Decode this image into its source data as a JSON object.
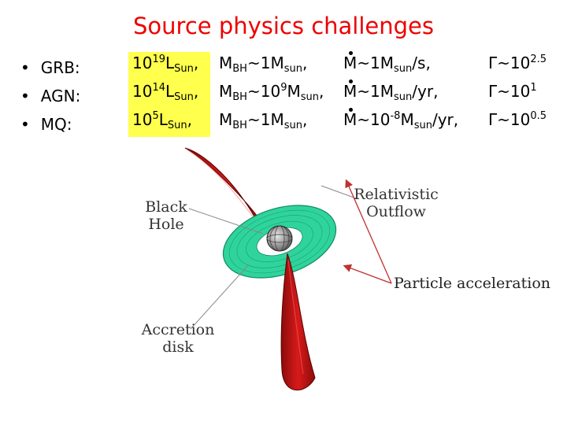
{
  "title": "Source physics challenges",
  "sources": [
    {
      "label": "GRB:",
      "luminosity": {
        "base": "10",
        "exp": "19",
        "unit": "L",
        "unit_sub": "Sun"
      },
      "mass": {
        "base": "M",
        "base_sub": "BH",
        "rel": "~1M",
        "rel_sub": "sun"
      },
      "accretion": {
        "pre": "M",
        "rel": "~1M",
        "rel_sub": "sun",
        "post": "/s,"
      },
      "lorentz": {
        "pre": "Γ~10",
        "exp": "2.5"
      }
    },
    {
      "label": "AGN:",
      "luminosity": {
        "base": "10",
        "exp": "14",
        "unit": "L",
        "unit_sub": "Sun"
      },
      "mass": {
        "base": "M",
        "base_sub": "BH",
        "rel": "~10",
        "rel_exp": "9",
        "rel_post": "M",
        "rel_sub": "sun"
      },
      "accretion": {
        "pre": "M",
        "rel": "~1M",
        "rel_sub": "sun",
        "post": "/yr,"
      },
      "lorentz": {
        "pre": "Γ~10",
        "exp": "1"
      }
    },
    {
      "label": "MQ:",
      "luminosity": {
        "base": "10",
        "exp": "5",
        "unit": "L",
        "unit_sub": "Sun"
      },
      "mass": {
        "base": "M",
        "base_sub": "BH",
        "rel": "~1M",
        "rel_sub": "sun"
      },
      "accretion": {
        "pre": "M",
        "rel": "~10",
        "rel_exp": "-8",
        "rel_post": "M",
        "rel_sub": "sun",
        "post": "/yr,"
      },
      "lorentz": {
        "pre": "Γ~10",
        "exp": "0.5"
      }
    }
  ],
  "diagram": {
    "black_hole_label": [
      "Black",
      "Hole"
    ],
    "outflow_label": [
      "Relativistic",
      "Outflow"
    ],
    "disk_label": [
      "Accretion",
      "disk"
    ],
    "particle_label": "Particle acceleration"
  },
  "colors": {
    "title": "#ee0000",
    "highlight": "#ffff4d",
    "jet": "#cc1111",
    "disk": "#33d9a0",
    "arrow": "#c03030"
  }
}
